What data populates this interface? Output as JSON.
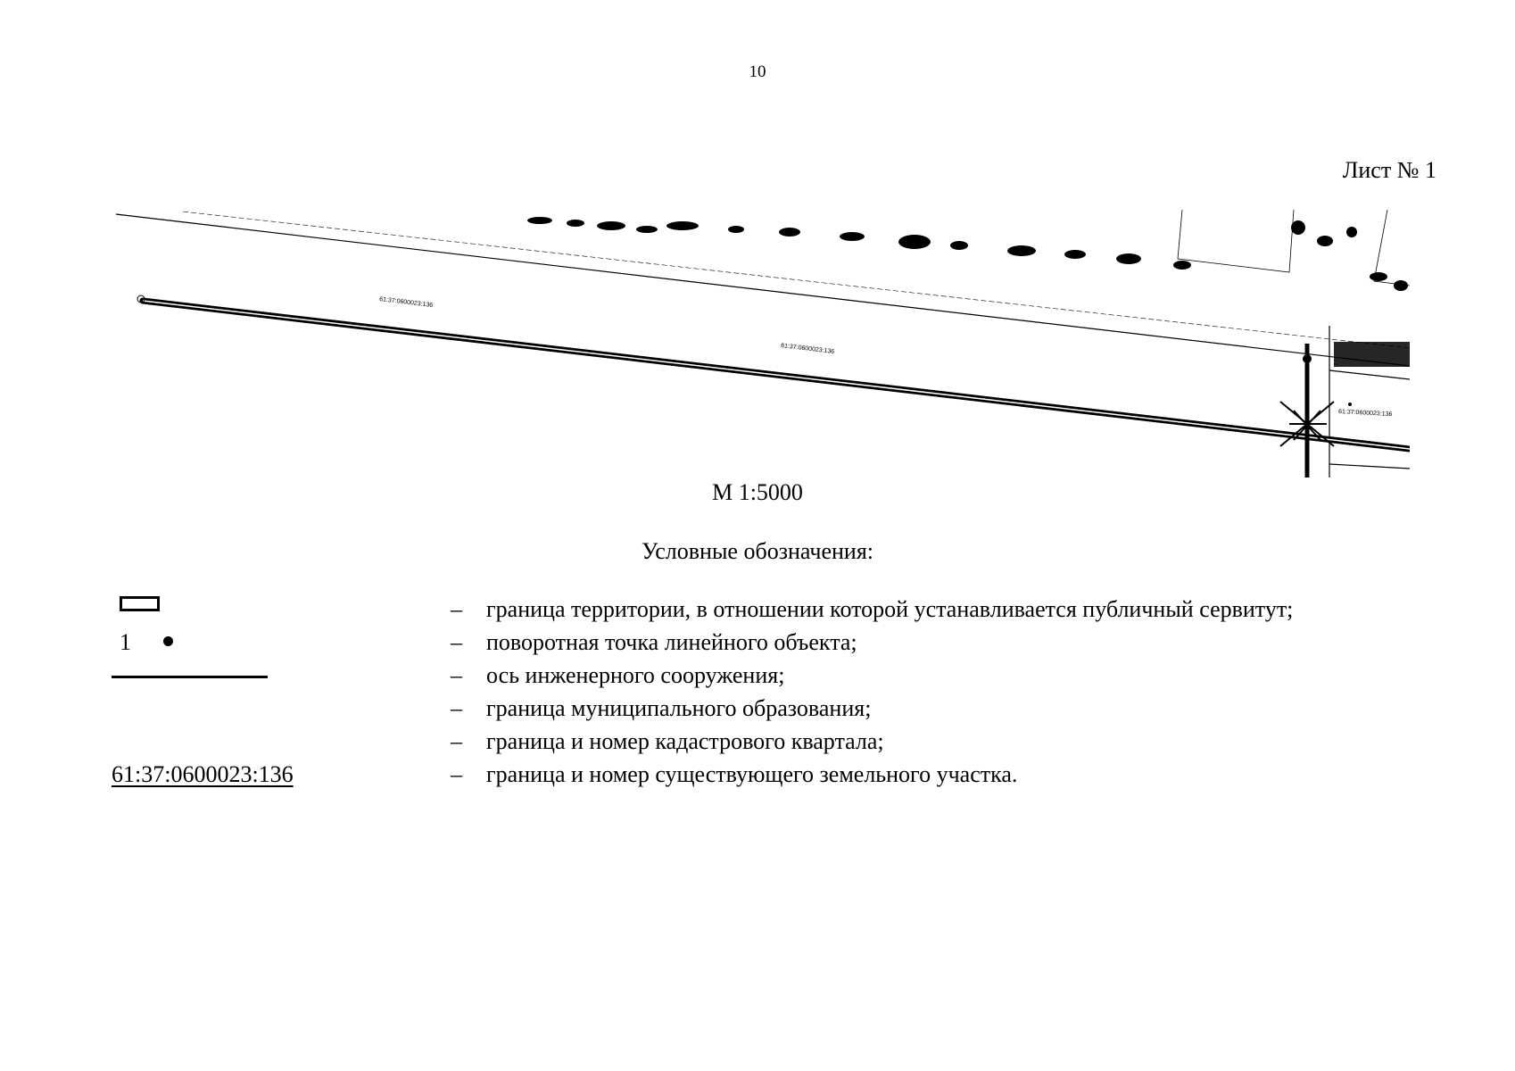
{
  "page": {
    "number": "10",
    "sheet_label": "Лист № 1"
  },
  "map": {
    "parcel_labels": [
      "61:37:0600023:136",
      "61:37:0600023:136",
      "61:37:0600023:136"
    ],
    "colors": {
      "ink": "#000000",
      "paper": "#ffffff"
    }
  },
  "scale": "М 1:5000",
  "legend": {
    "title": "Условные обозначения:",
    "dash": "–",
    "items": [
      {
        "symbol": "rectangle-outline",
        "text": "граница территории, в отношении которой устанавливается публичный сервитут;"
      },
      {
        "symbol": "point",
        "symbol_text": "1",
        "text": "поворотная точка линейного объекта;"
      },
      {
        "symbol": "thick-line",
        "text": "ось инженерного сооружения;"
      },
      {
        "symbol": "none",
        "text": "граница муниципального образования;"
      },
      {
        "symbol": "none",
        "text": "граница и номер кадастрового квартала;"
      },
      {
        "symbol": "underlined-number",
        "symbol_text": "61:37:0600023:136",
        "text": "граница и номер существующего земельного участка."
      }
    ]
  }
}
